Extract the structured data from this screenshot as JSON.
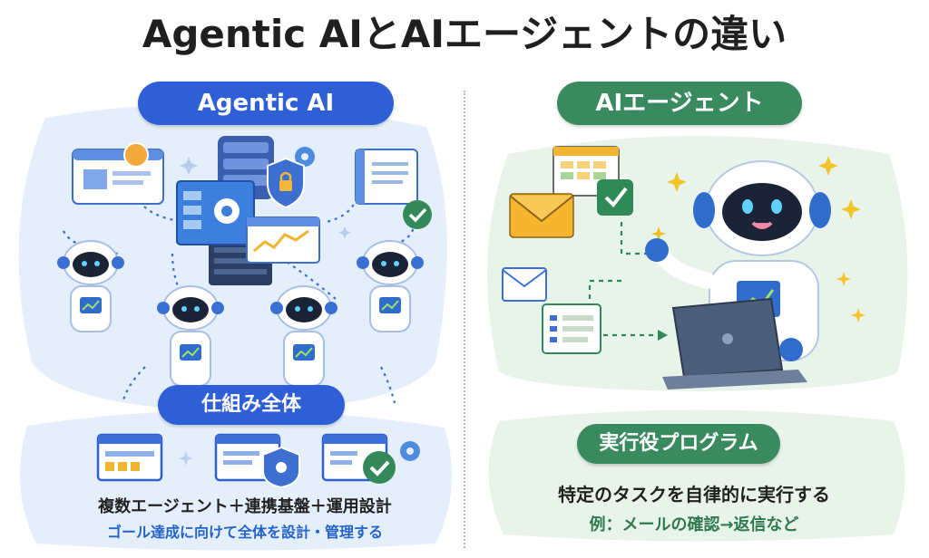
{
  "title": "Agentic AIとAIエージェントの違い",
  "left": {
    "header": "Agentic AI",
    "section_label": "仕組み全体",
    "caption_main": "複数エージェント＋連携基盤＋運用設計",
    "caption_sub": "ゴール達成に向けて全体を設計・管理する"
  },
  "right": {
    "header": "AIエージェント",
    "section_label": "実行役プログラム",
    "caption_main": "特定のタスクを自律的に実行する",
    "caption_sub": "例：メールの確認→返信など"
  },
  "colors": {
    "blue_accent": "#2f5fd6",
    "green_accent": "#3a8a5f",
    "left_bg": "#e4effb",
    "right_bg": "#e8f3ea",
    "sub_blue": "#2463c9",
    "sub_green": "#2f7a4f"
  },
  "icons": [
    "robot-icon",
    "server-icon",
    "shield-lock-icon",
    "gear-icon",
    "document-icon",
    "checkmark-icon",
    "envelope-icon",
    "laptop-icon",
    "sparkle-icon"
  ]
}
